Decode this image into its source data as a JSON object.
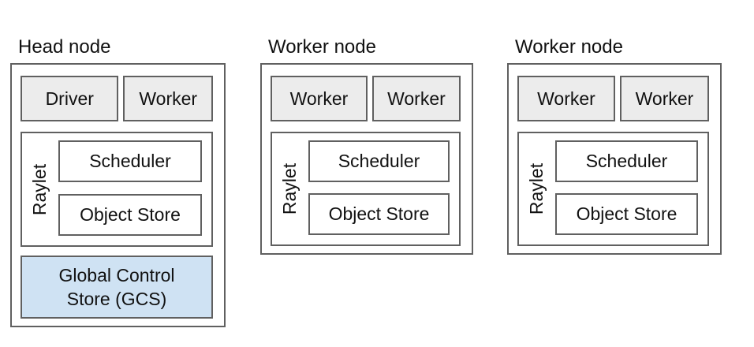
{
  "diagram": {
    "nodes": [
      {
        "title": "Head node",
        "processes": [
          "Driver",
          "Worker"
        ],
        "raylet": {
          "label": "Raylet",
          "components": [
            "Scheduler",
            "Object Store"
          ]
        },
        "gcs_label": "Global Control Store (GCS)"
      },
      {
        "title": "Worker node",
        "processes": [
          "Worker",
          "Worker"
        ],
        "raylet": {
          "label": "Raylet",
          "components": [
            "Scheduler",
            "Object Store"
          ]
        }
      },
      {
        "title": "Worker node",
        "processes": [
          "Worker",
          "Worker"
        ],
        "raylet": {
          "label": "Raylet",
          "components": [
            "Scheduler",
            "Object Store"
          ]
        }
      }
    ],
    "colors": {
      "process_fill": "#ececec",
      "gcs_fill": "#cfe2f3",
      "border": "#606060",
      "text": "#111111",
      "background": "#ffffff"
    }
  }
}
